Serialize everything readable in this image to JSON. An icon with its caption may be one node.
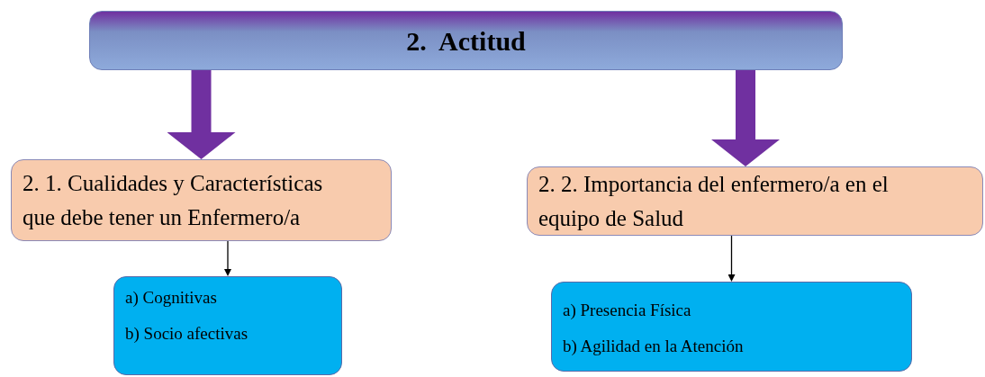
{
  "diagram": {
    "nodes": [
      {
        "text": [
          "2.  Actitud"
        ]
      },
      {
        "text": [
          "2. 1. Cualidades y Características que debe tener un Enfermero/a"
        ]
      },
      {
        "text": [
          "2. 2. Importancia del enfermero/a en el equipo de Salud"
        ]
      },
      {
        "text": [
          "a) Cognitivas",
          "b) Socio afectivas"
        ]
      },
      {
        "text": [
          "a) Presencia Física",
          "b) Agilidad en la Atención"
        ]
      }
    ],
    "edges": [
      {
        "from": 0,
        "to": 1,
        "arrow": "to",
        "style": "thick",
        "color": "#7030a0"
      },
      {
        "from": 0,
        "to": 2,
        "arrow": "to",
        "style": "thick",
        "color": "#7030a0"
      },
      {
        "from": 1,
        "to": 3,
        "arrow": "to",
        "color": "#000000"
      },
      {
        "from": 2,
        "to": 4,
        "arrow": "to",
        "color": "#000000"
      }
    ]
  }
}
